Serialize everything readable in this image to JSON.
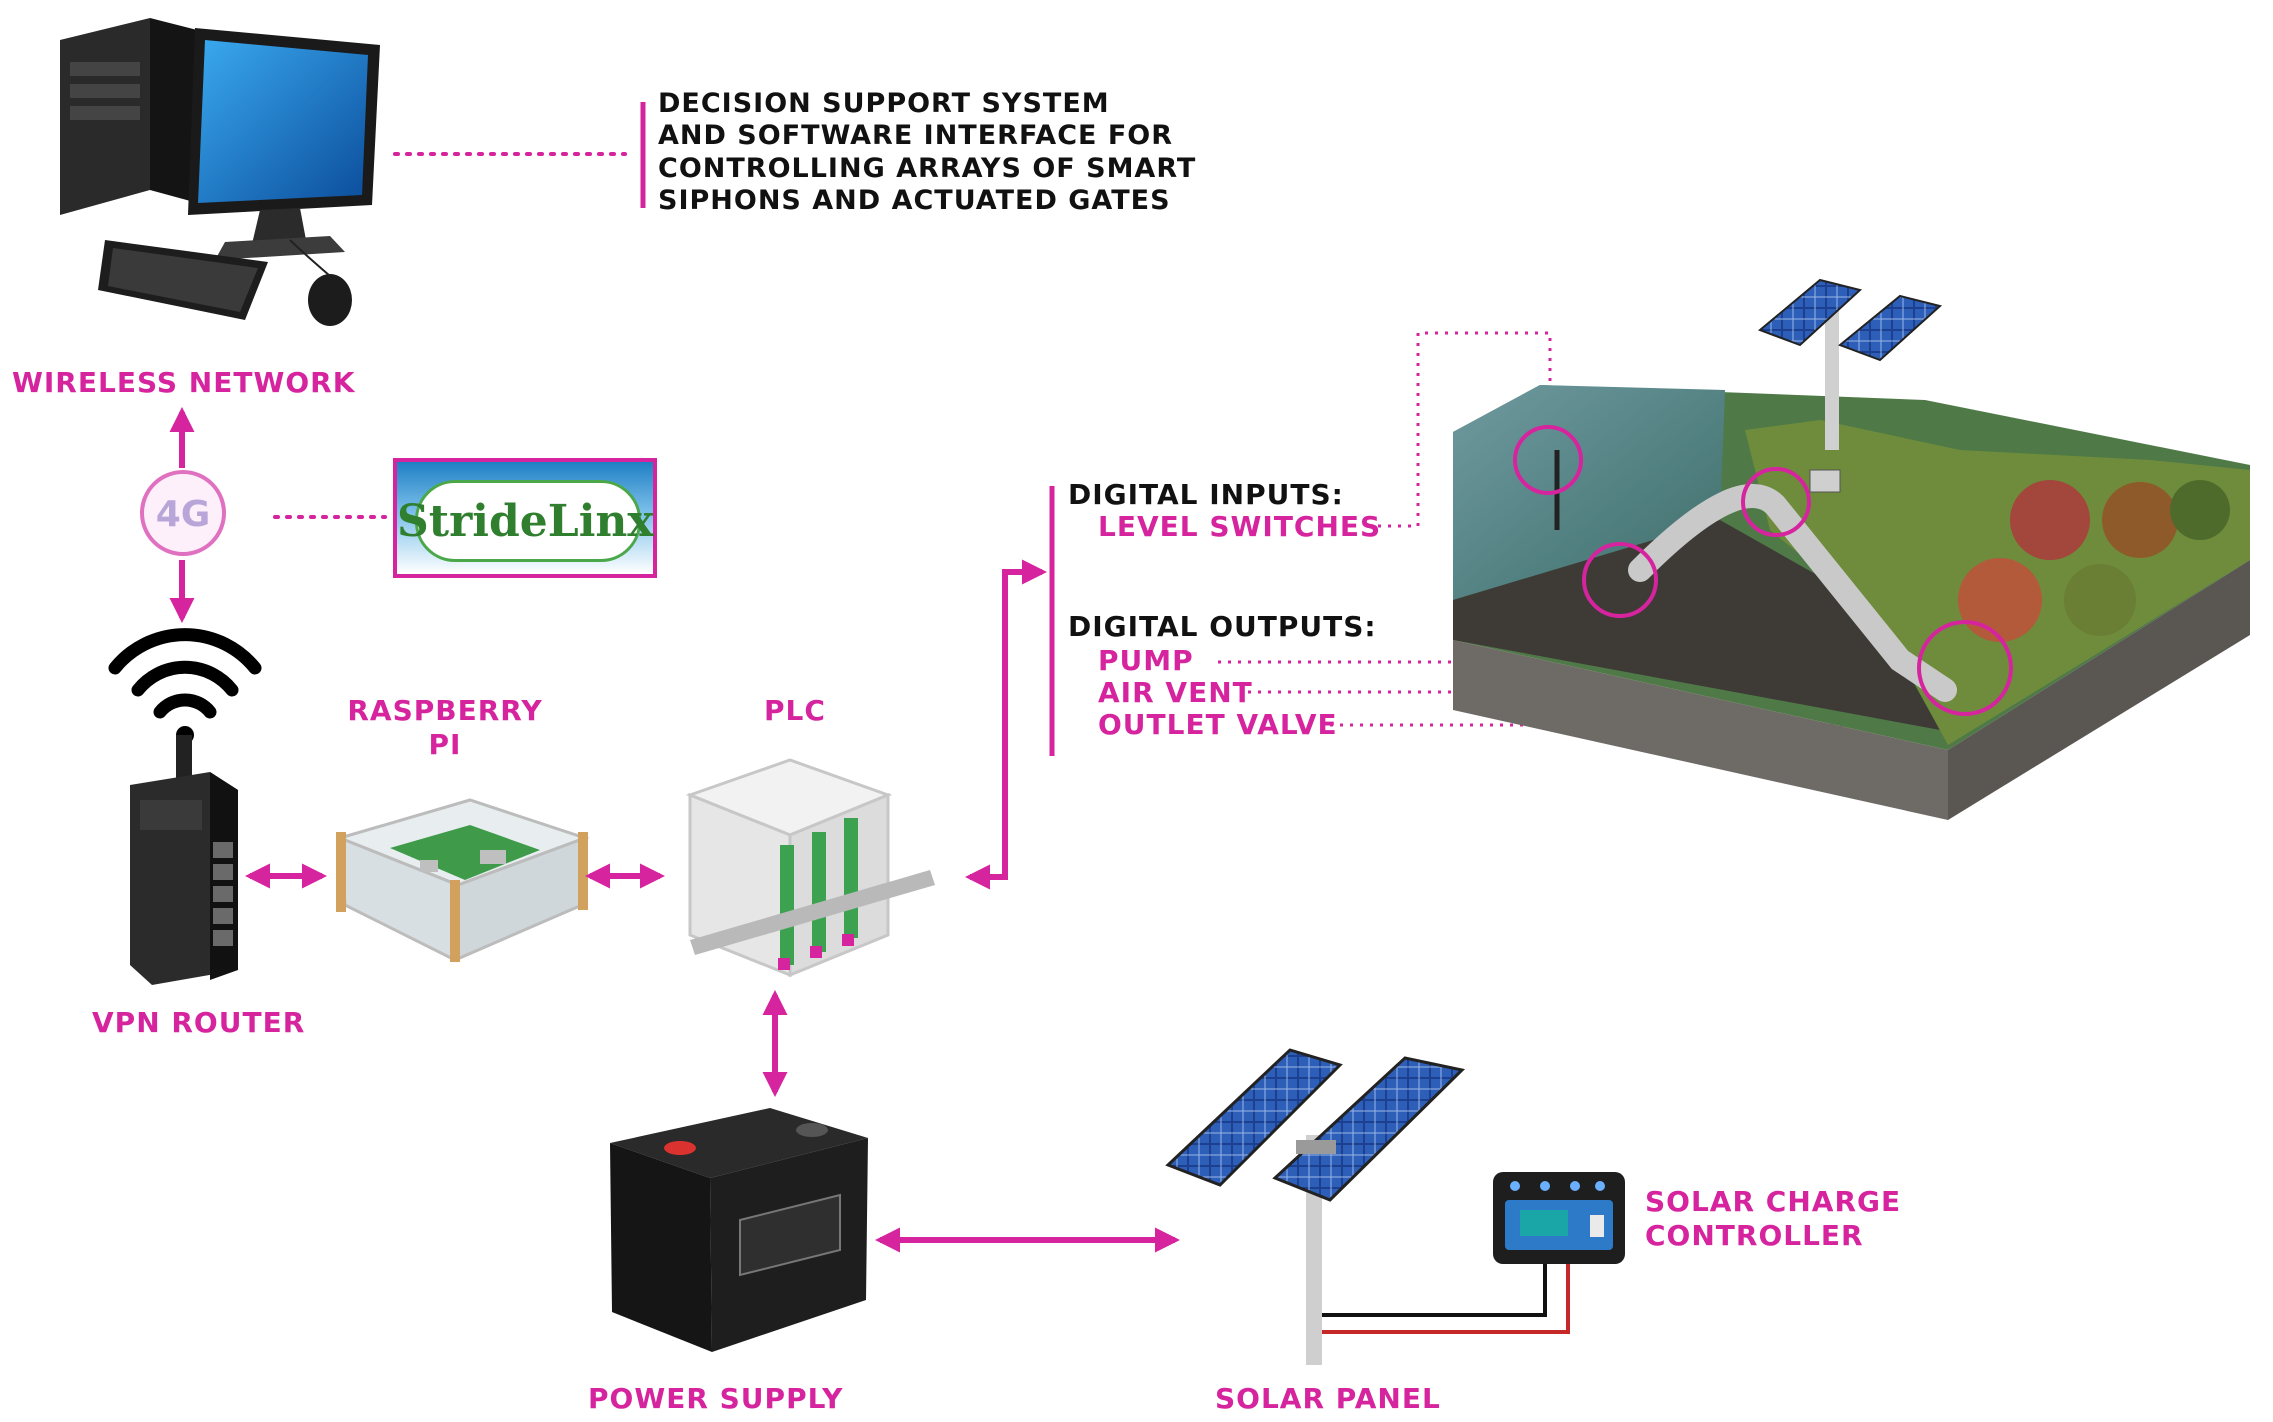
{
  "colors": {
    "accent": "#d6249f",
    "text": "#111111"
  },
  "labels": {
    "dss": [
      "DECISION SUPPORT SYSTEM",
      "AND SOFTWARE INTERFACE FOR",
      "CONTROLLING ARRAYS OF SMART",
      "SIPHONS AND ACTUATED GATES"
    ],
    "wireless_network": "WIRELESS NETWORK",
    "four_g": "4G",
    "stridelinx": "StrideLinx",
    "vpn_router": "VPN ROUTER",
    "raspberry_pi": [
      "RASPBERRY",
      "PI"
    ],
    "plc": "PLC",
    "digital_inputs": "DIGITAL INPUTS:",
    "level_switches": "LEVEL SWITCHES",
    "digital_outputs": "DIGITAL OUTPUTS:",
    "pump": "PUMP",
    "air_vent": "AIR VENT",
    "outlet_valve": "OUTLET VALVE",
    "power_supply": "POWER SUPPLY",
    "solar_panel": "SOLAR PANEL",
    "solar_charge_controller": [
      "SOLAR CHARGE",
      "CONTROLLER"
    ]
  },
  "icons": [
    "desktop-computer-icon",
    "wifi-icon",
    "vpn-router-icon",
    "raspberry-pi-icon",
    "plc-icon",
    "battery-icon",
    "solar-panel-icon",
    "charge-controller-icon",
    "siphon-landscape-illustration"
  ]
}
